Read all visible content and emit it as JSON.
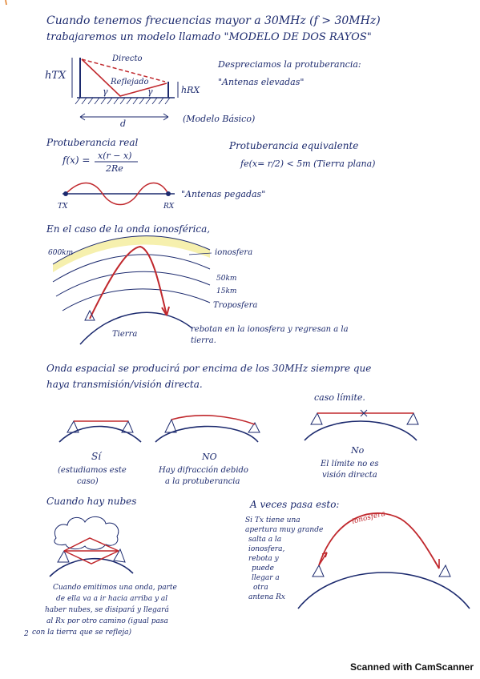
{
  "intro": {
    "line1": "Cuando tenemos frecuencias mayor a 30MHz (f > 30MHz)",
    "line2": "trabajaremos un modelo llamado \"MODELO DE DOS RAYOS\""
  },
  "two_ray": {
    "h_tx": "hTX",
    "directo": "Directo",
    "reflejado": "Reflejado",
    "h_rx": "hRX",
    "gamma": "γ",
    "d": "d",
    "modelo": "(Modelo Básico)",
    "note1": "Despreciamos la protuberancia:",
    "note2": "\"Antenas elevadas\""
  },
  "protuberance": {
    "real": "Protuberancia real",
    "formula_lhs": "f(x) =",
    "formula_num": "x(r − x)",
    "formula_den": "2Re",
    "equiv": "Protuberancia equivalente",
    "equiv_formula": "fe(x= r/2) < 5m  (Tierra plana)"
  },
  "low_antennas": {
    "tx": "TX",
    "rx": "RX",
    "label": "\"Antenas pegadas\""
  },
  "ionosphere": {
    "title": "En el caso de la onda ionosférica,",
    "km600": "600km",
    "ionosfera": "ionosfera",
    "km50": "50km",
    "km15": "15km",
    "troposfera": "Troposfera",
    "tierra": "Tierra",
    "rebotan1": "rebotan en la ionosfera y regresan a la",
    "rebotan2": "tierra."
  },
  "space_wave": {
    "line1": "Onda espacial se producirá por encima de los 30MHz siempre que",
    "line2": "haya transmisión/visión directa.",
    "caso_limite": "caso límite.",
    "si": "Sí",
    "si_note1": "(estudiamos este",
    "si_note2": "caso)",
    "no1": "NO",
    "no1_note1": "Hay difracción debido",
    "no1_note2": "a la protuberancia",
    "no2": "No",
    "no2_note1": "El límite no es",
    "no2_note2": "visión directa"
  },
  "clouds": {
    "title": "Cuando hay nubes",
    "note1": "Cuando emitimos una onda, parte",
    "note2": "de ella va a ir hacia arriba y al",
    "note3": "haber nubes, se disipará y llegará",
    "note4": "al Rx por otro camino (igual pasa",
    "note5": "con la tierra que se refleja)",
    "page_no": "2"
  },
  "sometimes": {
    "title": "A veces pasa esto:",
    "note1": "Si Tx tiene una",
    "note2": "apertura muy grande",
    "note3": "salta a la",
    "note4": "ionosfera,",
    "note5": "rebota y",
    "note6": "puede",
    "note7": "llegar a",
    "note8": "otra",
    "note9": "antena Rx",
    "ionosfera": "ionosfera"
  },
  "footer": "Scanned with CamScanner",
  "colors": {
    "ink": "#1c2a6e",
    "red": "#c0282d",
    "yellow": "#f4ec9a"
  }
}
